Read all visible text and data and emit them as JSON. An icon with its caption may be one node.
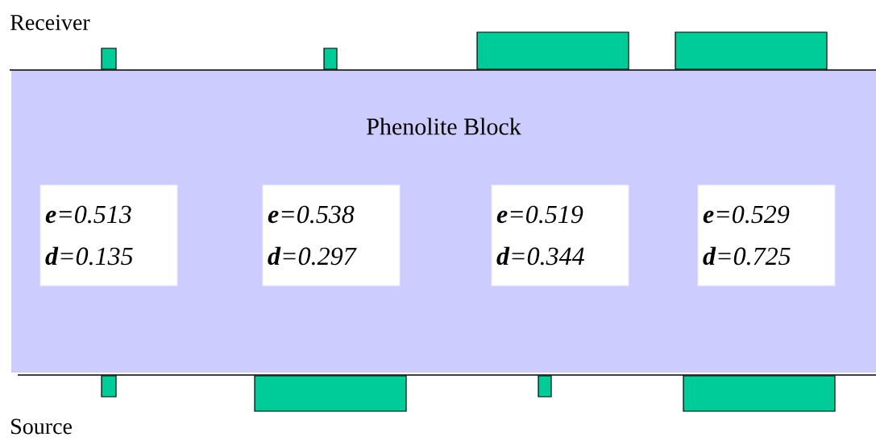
{
  "diagram": {
    "nodes": [
      {
        "text": [],
        "shape": "box"
      },
      {
        "text": [],
        "shape": "box"
      },
      {
        "text": [],
        "shape": "box"
      },
      {
        "text": [],
        "shape": "box"
      },
      {
        "text": [
          "Phenolite Block"
        ]
      },
      {
        "text": [
          "**e**=0.513",
          "**d**=0.135"
        ],
        "in": 4
      },
      {
        "text": [
          "**e**=0.538",
          "**d**=0.297"
        ],
        "in": 4
      },
      {
        "text": [
          "**e**=0.519",
          "**d**=0.344"
        ],
        "in": 4
      },
      {
        "text": [
          "**e**=0.529",
          "**d**=0.725"
        ],
        "in": 4
      },
      {
        "text": [],
        "shape": "box"
      },
      {
        "text": [],
        "shape": "box"
      },
      {
        "text": [],
        "shape": "box"
      },
      {
        "text": [],
        "shape": "box"
      }
    ],
    "labels": [
      "Receiver",
      "Source"
    ]
  }
}
